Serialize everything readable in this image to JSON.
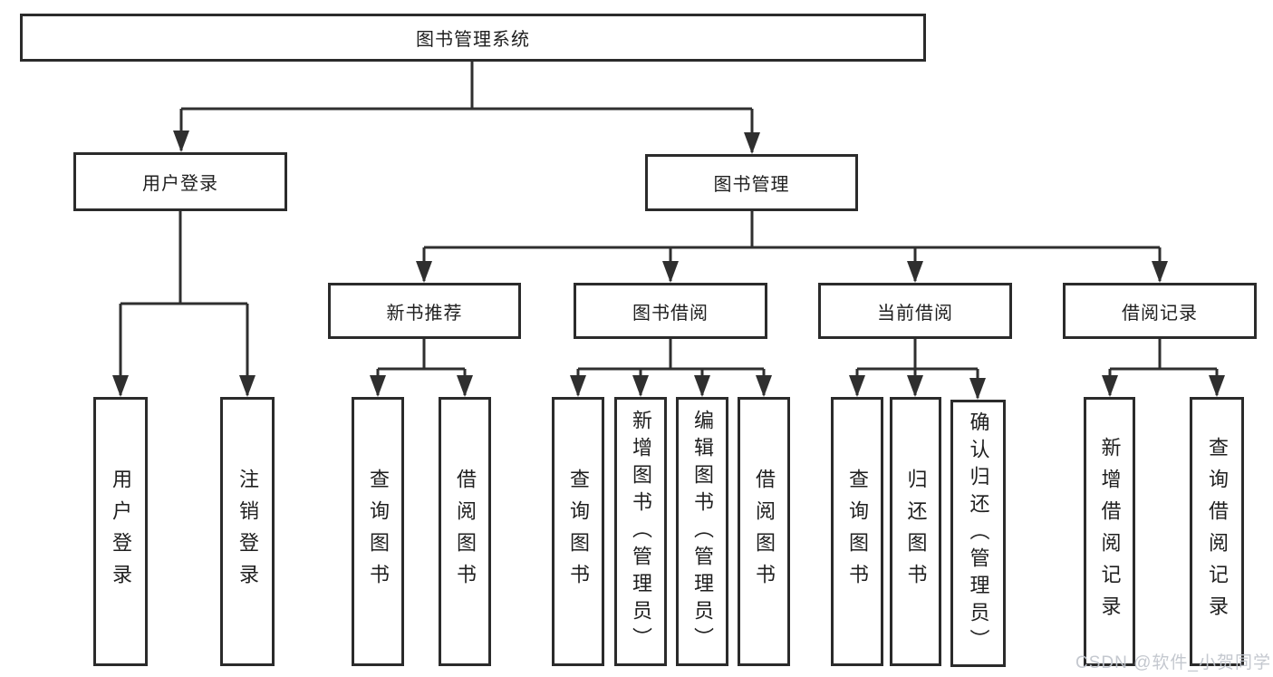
{
  "diagram": {
    "title": "图书管理系统",
    "nodes": {
      "root": "图书管理系统",
      "user_login": "用户登录",
      "book_mgmt": "图书管理",
      "new_book_rec": "新书推荐",
      "book_borrow": "图书借阅",
      "current_borrow": "当前借阅",
      "borrow_record": "借阅记录",
      "leaf_user_login": "用户登录",
      "leaf_logout": "注销登录",
      "nbr_query_book": "查询图书",
      "nbr_borrow_book": "借阅图书",
      "bb_query_book": "查询图书",
      "bb_add_book": "新增图书（管理员）",
      "bb_edit_book": "编辑图书（管理员）",
      "bb_borrow_book": "借阅图书",
      "cb_query_book": "查询图书",
      "cb_return_book": "归还图书",
      "cb_confirm_return": "确认归还（管理员）",
      "br_add_record": "新增借阅记录",
      "br_query_record": "查询借阅记录"
    },
    "line_color": "#2f2f2f",
    "border_color": "#2b2b2b",
    "background_color": "#ffffff"
  },
  "watermark": "CSDN @软件_小贺同学"
}
